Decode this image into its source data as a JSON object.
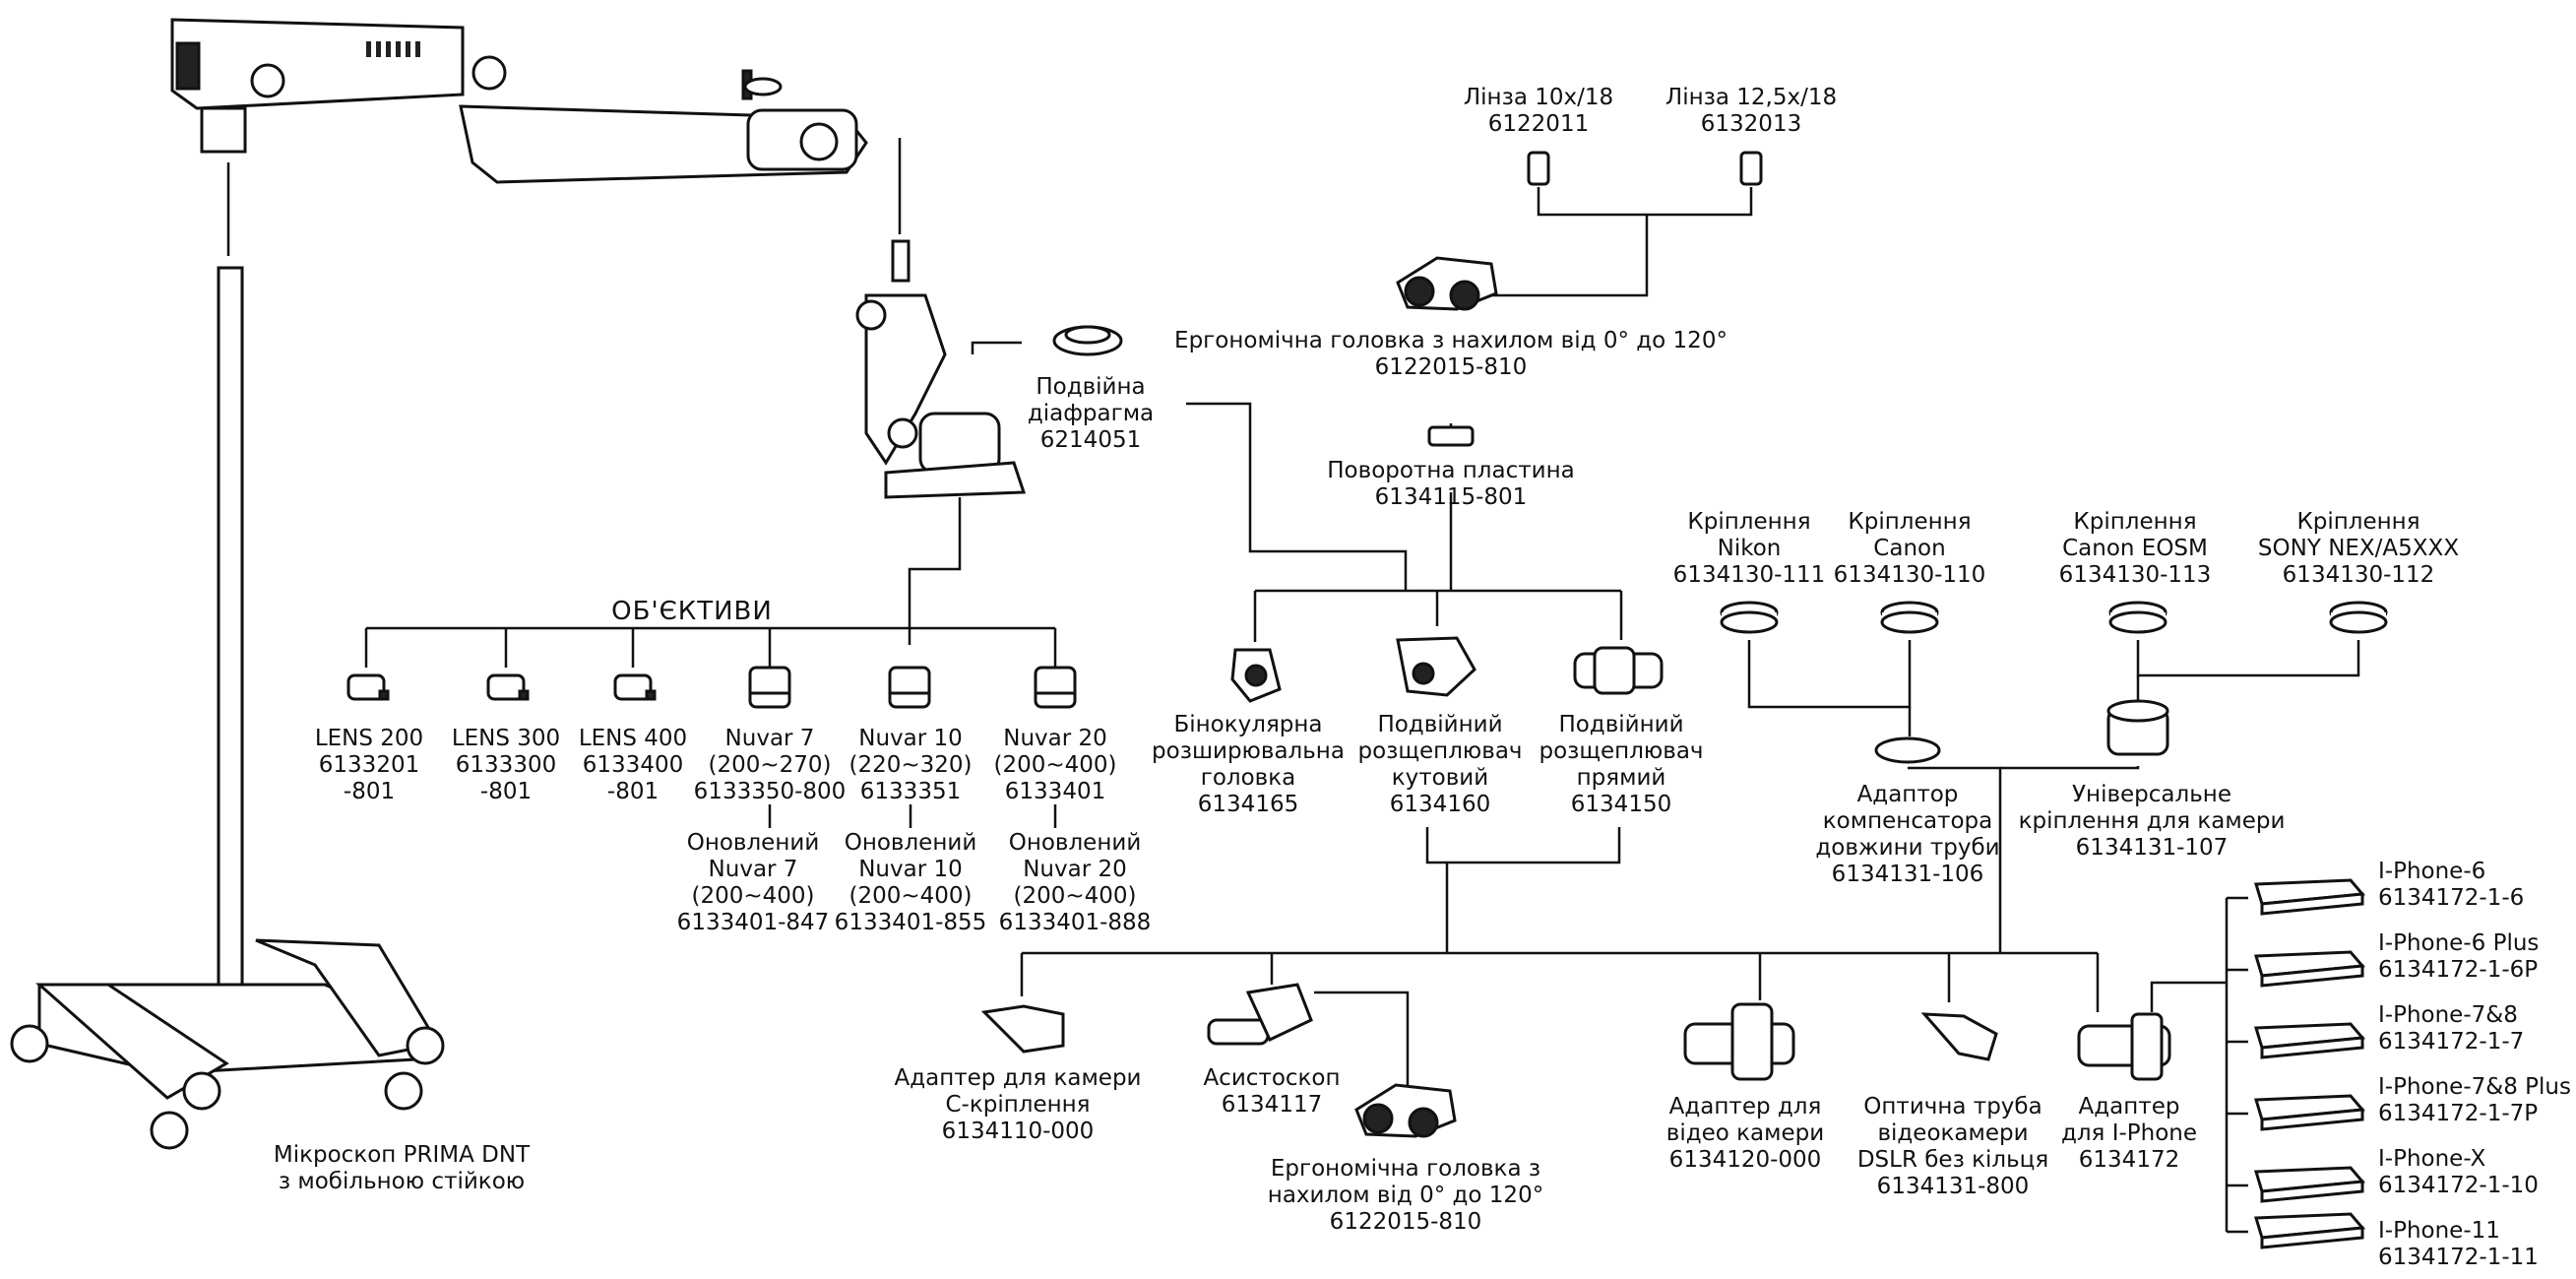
{
  "lenses_heading": "ОБ'ЄКТИВИ",
  "microscope": [
    "Мікроскоп PRIMA DNT",
    "з мобільною стійкою"
  ],
  "double_diaphragm": [
    "Подвійна",
    "діафрагма",
    "6214051"
  ],
  "eyepieces": [
    [
      "Лінза 10х/18",
      "6122011"
    ],
    [
      "Лінза 12,5х/18",
      "6132013"
    ]
  ],
  "ergo_head_top": [
    "Ергономічна головка з нахилом від 0° до 120°",
    "6122015-810"
  ],
  "rotary_plate": [
    "Поворотна пластина",
    "6134115-801"
  ],
  "lenses": [
    [
      "LENS 200",
      "6133201",
      "-801"
    ],
    [
      "LENS 300",
      "6133300",
      "-801"
    ],
    [
      "LENS 400",
      "6133400",
      "-801"
    ],
    [
      "Nuvar 7",
      "(200~270)",
      "6133350-800"
    ],
    [
      "Nuvar 10",
      "(220~320)",
      "6133351"
    ],
    [
      "Nuvar 20",
      "(200~400)",
      "6133401"
    ]
  ],
  "renewed": [
    [
      "Оновлений",
      "Nuvar 7",
      "(200~400)",
      "6133401-847"
    ],
    [
      "Оновлений",
      "Nuvar 10",
      "(200~400)",
      "6133401-855"
    ],
    [
      "Оновлений",
      "Nuvar 20",
      "(200~400)",
      "6133401-888"
    ]
  ],
  "heads": [
    [
      "Бінокулярна",
      "розширювальна",
      "головка",
      "6134165"
    ],
    [
      "Подвійний",
      "розщеплювач",
      "кутовий",
      "6134160"
    ],
    [
      "Подвійний",
      "розщеплювач",
      "прямий",
      "6134150"
    ]
  ],
  "mounts": [
    [
      "Кріплення",
      "Nikon",
      "6134130-111"
    ],
    [
      "Кріплення",
      "Canon",
      "6134130-110"
    ],
    [
      "Кріплення",
      "Canon EOSM",
      "6134130-113"
    ],
    [
      "Кріплення",
      "SONY NEX/A5XXX",
      "6134130-112"
    ]
  ],
  "tube_adapter": [
    "Адаптор",
    "компенсатора",
    "довжини труби",
    "6134131-106"
  ],
  "universal_mount": [
    "Універсальне",
    "кріплення для камери",
    "6134131-107"
  ],
  "bottom": [
    [
      "Адаптер для камери",
      "С-кріплення",
      "6134110-000"
    ],
    [
      "Асистоскоп",
      "6134117"
    ],
    [
      "Ергономічна головка з",
      "нахилом від 0° до 120°",
      "6122015-810"
    ],
    [
      "Адаптер для",
      "відео камери",
      "6134120-000"
    ],
    [
      "Оптична труба",
      "відеокамери",
      "DSLR без кільця",
      "6134131-800"
    ],
    [
      "Адаптер",
      "для I-Phone",
      "6134172"
    ]
  ],
  "iphones": [
    [
      "I-Phone-6",
      "6134172-1-6"
    ],
    [
      "I-Phone-6 Plus",
      "6134172-1-6P"
    ],
    [
      "I-Phone-7&8",
      "6134172-1-7"
    ],
    [
      "I-Phone-7&8 Plus",
      "6134172-1-7P"
    ],
    [
      "I-Phone-X",
      "6134172-1-10"
    ],
    [
      "I-Phone-11",
      "6134172-1-11"
    ]
  ]
}
